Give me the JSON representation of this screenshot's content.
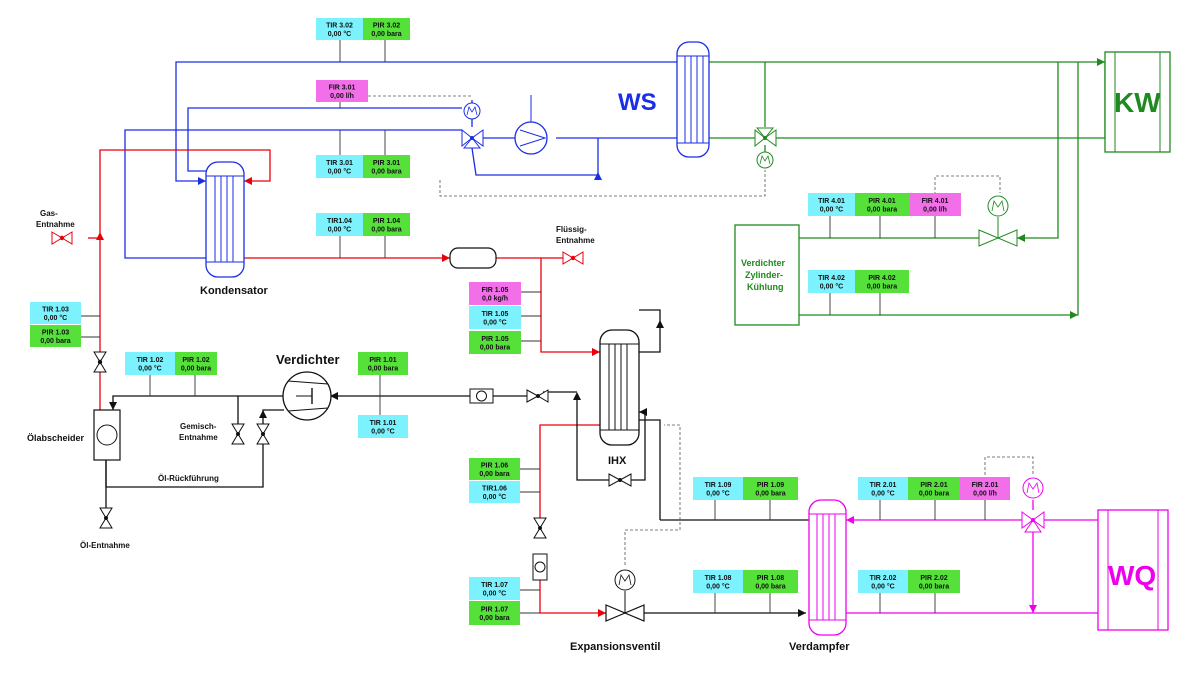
{
  "colors": {
    "refrigerant": "#e8000b",
    "sink": "#1a2ee6",
    "cooling": "#1f8a1f",
    "source": "#ee00ee",
    "neutral": "#111111",
    "tir_box": "#7df2ff",
    "pir_box": "#55e03a",
    "fir_box": "#f26fe9"
  },
  "components": {
    "ws": "WS",
    "kw": "KW",
    "wq": "WQ",
    "kondensator": "Kondensator",
    "verdichter": "Verdichter",
    "oelabscheider": "Ölabscheider",
    "ihx": "IHX",
    "expansionsventil": "Expansionsventil",
    "verdampfer": "Verdampfer",
    "zylinder_kuehlung": [
      "Verdichter",
      "Zylinder-",
      "Kühlung"
    ]
  },
  "sampling": {
    "gas": [
      "Gas-",
      "Entnahme"
    ],
    "fluessig": [
      "Flüssig-",
      "Entnahme"
    ],
    "gemisch": [
      "Gemisch-",
      "Entnahme"
    ],
    "oel_entnahme": "Öl-Entnahme",
    "oel_rueckfuehrung": "Öl-Rückführung"
  },
  "sensors": {
    "tir302": {
      "tag": "TIR 3.02",
      "value": "0,00 °C"
    },
    "pir302": {
      "tag": "PIR 3.02",
      "value": "0,00 bara"
    },
    "fir301": {
      "tag": "FIR 3.01",
      "value": "0,00 l/h"
    },
    "tir301": {
      "tag": "TIR 3.01",
      "value": "0,00 °C"
    },
    "pir301": {
      "tag": "PIR 3.01",
      "value": "0,00 bara"
    },
    "tir104": {
      "tag": "TIR1.04",
      "value": "0,00 °C"
    },
    "pir104": {
      "tag": "PIR 1.04",
      "value": "0,00 bara"
    },
    "tir401": {
      "tag": "TIR 4.01",
      "value": "0,00 °C"
    },
    "pir401": {
      "tag": "PIR 4.01",
      "value": "0,00 bara"
    },
    "fir401": {
      "tag": "FIR 4.01",
      "value": "0,00 l/h"
    },
    "tir402": {
      "tag": "TIR 4.02",
      "value": "0,00 °C"
    },
    "pir402": {
      "tag": "PIR 4.02",
      "value": "0,00 bara"
    },
    "fir105": {
      "tag": "FIR 1.05",
      "value": "0,0 kg/h"
    },
    "tir105": {
      "tag": "TIR 1.05",
      "value": "0,00 °C"
    },
    "pir105": {
      "tag": "PIR 1.05",
      "value": "0,00 bara"
    },
    "tir103": {
      "tag": "TIR 1.03",
      "value": "0,00 °C"
    },
    "pir103": {
      "tag": "PIR 1.03",
      "value": "0,00 bara"
    },
    "tir102": {
      "tag": "TIR 1.02",
      "value": "0,00 °C"
    },
    "pir102": {
      "tag": "PIR 1.02",
      "value": "0,00 bara"
    },
    "pir101": {
      "tag": "PIR 1.01",
      "value": "0,00 bara"
    },
    "tir101": {
      "tag": "TIR 1.01",
      "value": "0,00 °C"
    },
    "pir106": {
      "tag": "PIR 1.06",
      "value": "0,00 bara"
    },
    "tir106": {
      "tag": "TIR1.06",
      "value": "0,00 °C"
    },
    "tir109": {
      "tag": "TIR 1.09",
      "value": "0,00 °C"
    },
    "pir109": {
      "tag": "PIR 1.09",
      "value": "0,00 bara"
    },
    "tir201": {
      "tag": "TIR 2.01",
      "value": "0,00 °C"
    },
    "pir201": {
      "tag": "PIR 2.01",
      "value": "0,00 bara"
    },
    "fir201": {
      "tag": "FIR 2.01",
      "value": "0,00 l/h"
    },
    "tir107": {
      "tag": "TIR 1.07",
      "value": "0,00 °C"
    },
    "pir107": {
      "tag": "PIR 1.07",
      "value": "0,00 bara"
    },
    "tir108": {
      "tag": "TIR 1.08",
      "value": "0,00 °C"
    },
    "pir108": {
      "tag": "PIR 1.08",
      "value": "0,00 bara"
    },
    "tir202": {
      "tag": "TIR 2.02",
      "value": "0,00 °C"
    },
    "pir202": {
      "tag": "PIR 2.02",
      "value": "0,00 bara"
    }
  }
}
